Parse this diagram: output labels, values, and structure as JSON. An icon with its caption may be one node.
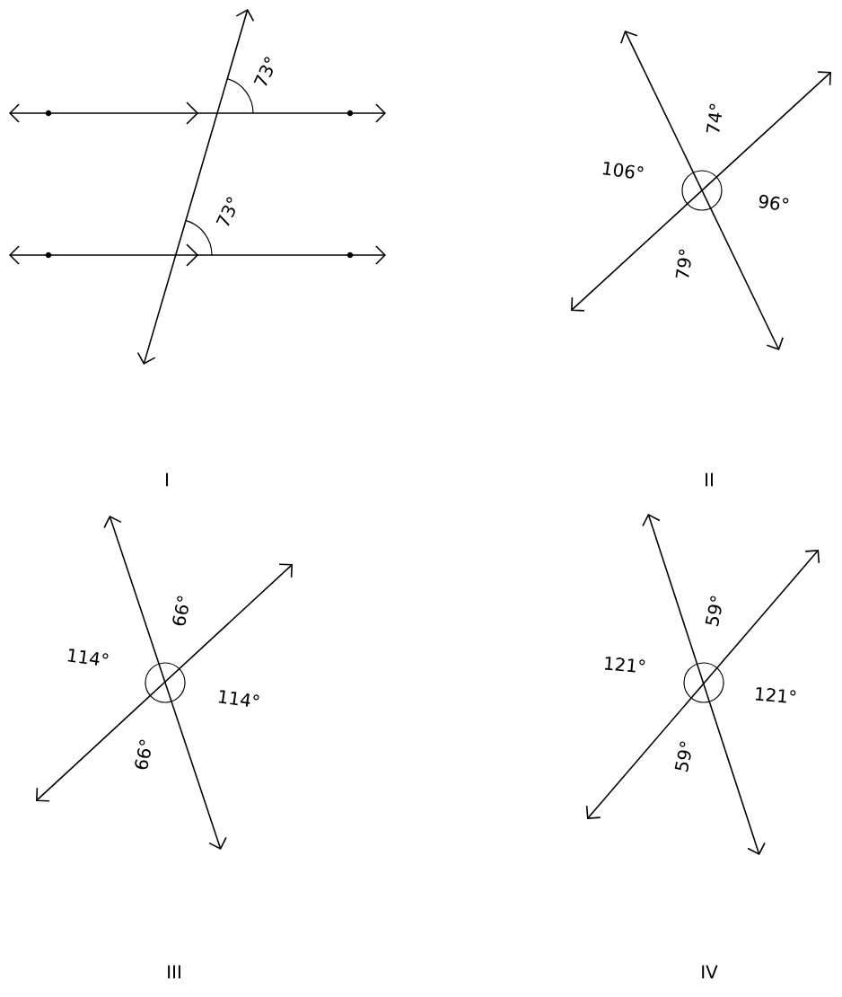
{
  "diagram": {
    "labels": [
      "73°",
      "73°",
      "74°",
      "106°",
      "96°",
      "79°",
      "66°",
      "114°",
      "114°",
      "66°",
      "59°",
      "121°",
      "121°",
      "59°",
      "I",
      "II",
      "III",
      "IV"
    ]
  }
}
